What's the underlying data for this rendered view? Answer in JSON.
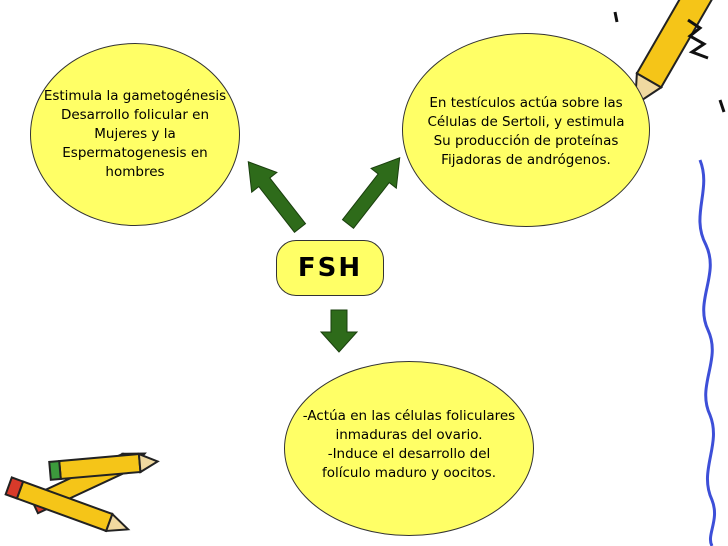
{
  "center": {
    "label": "FSH"
  },
  "left_bubble": {
    "lines": [
      "Estimula la gametogénesis",
      "Desarrollo folicular en",
      "Mujeres y la",
      "Espermatogenesis en",
      "hombres"
    ]
  },
  "right_bubble": {
    "lines": [
      "En testículos actúa sobre las",
      "Células de Sertoli, y estimula",
      "Su producción de proteínas",
      "Fijadoras de andrógenos."
    ]
  },
  "bottom_bubble": {
    "lines": [
      "-Actúa en las células foliculares",
      "inmaduras del ovario.",
      "-Induce el desarrollo del",
      "folículo maduro y oocitos."
    ]
  },
  "colors": {
    "bubble_fill": "#ffff66",
    "arrow_fill": "#2e6b1a",
    "pencil_yellow": "#f5c518",
    "line_blue": "#3d4fd8"
  },
  "icons": [
    "pencil-icon",
    "pencils-bundle-icon",
    "scribble-line-icon"
  ]
}
